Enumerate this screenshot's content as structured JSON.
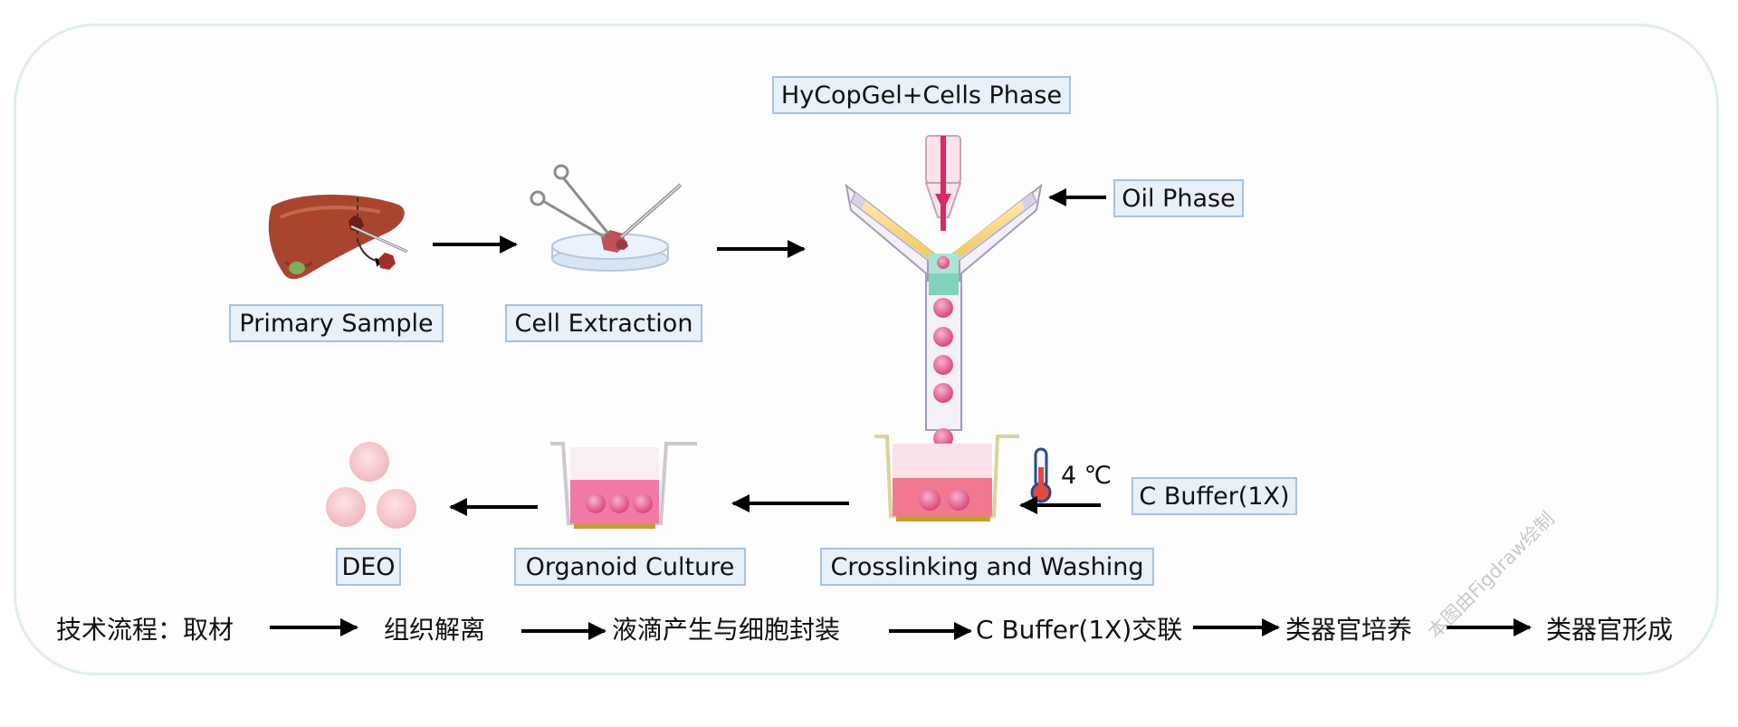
{
  "labels": {
    "primary_sample": "Primary Sample",
    "cell_extraction": "Cell Extraction",
    "hycopgel_phase": "HyCopGel+Cells Phase",
    "oil_phase": "Oil Phase",
    "c_buffer": "C Buffer(1X)",
    "crosslinking": "Crosslinking and Washing",
    "organoid_culture": "Organoid Culture",
    "deo": "DEO",
    "temperature": "4 ℃"
  },
  "workflow": {
    "title": "技术流程：取材",
    "step2": "组织解离",
    "step3": "液滴产生与细胞封装",
    "step4": "C Buffer(1X)交联",
    "step5": "类器官培养",
    "step6": "类器官形成"
  },
  "watermark": "本图由Figdraw绘制",
  "colors": {
    "label_fill": "#e8f0fa",
    "label_border": "#a9c1dd",
    "panel_border": "#dfeeea",
    "droplet_pink": "#e35b8a",
    "liver": "#a9452f",
    "medium_pink": "#f07aa6"
  },
  "icons": [
    "liver-icon",
    "petri-dish-icon",
    "scissors-icon",
    "y-chip-icon",
    "thermometer-icon",
    "culture-well-icon",
    "organoid-icon"
  ]
}
